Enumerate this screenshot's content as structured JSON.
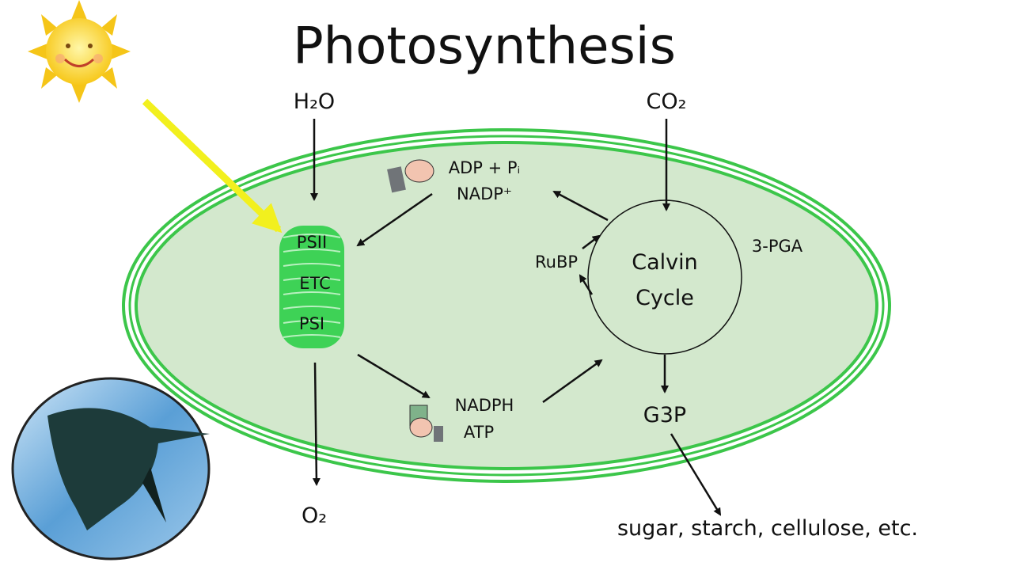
{
  "title": "Photosynthesis",
  "inputs": {
    "water": "H₂O",
    "carbon_dioxide": "CO₂"
  },
  "outputs": {
    "oxygen": "O₂",
    "g3p": "G3P",
    "products": "sugar, starch, cellulose, etc."
  },
  "thylakoid": {
    "psii": "PSII",
    "etc": "ETC",
    "psi": "PSI"
  },
  "spent_carriers": {
    "line1": "ADP + Pᵢ",
    "line2": "NADP⁺"
  },
  "energy_carriers": {
    "line1": "NADPH",
    "line2": "ATP"
  },
  "calvin": {
    "line1": "Calvin",
    "line2": "Cycle",
    "rubp": "RuBP",
    "pga": "3-PGA"
  },
  "colors": {
    "stroma": "#d3e8cd",
    "membrane": "#3cc64a",
    "thylakoid": "#3ed256",
    "sunray": "#f2f01e"
  }
}
